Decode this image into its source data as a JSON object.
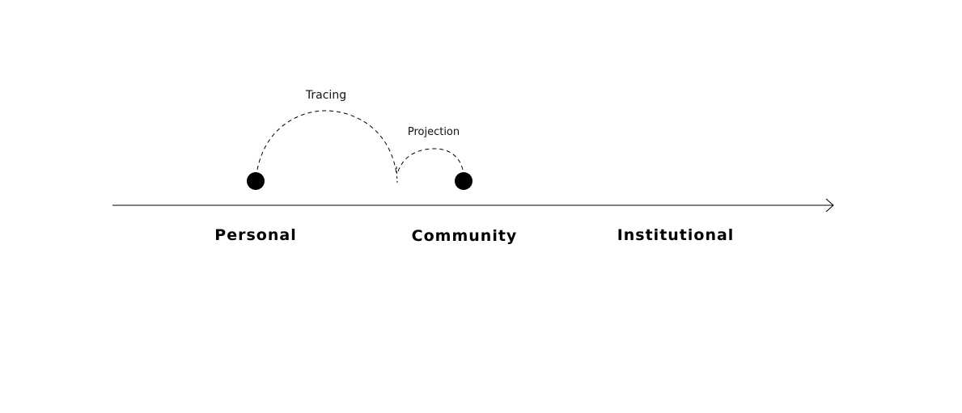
{
  "diagram": {
    "arcs": [
      {
        "label": "Tracing"
      },
      {
        "label": "Projection"
      }
    ],
    "stages": [
      {
        "label": "Personal"
      },
      {
        "label": "Community"
      },
      {
        "label": "Institutional"
      }
    ],
    "colors": {
      "line": "#000000",
      "dot": "#000000",
      "background": "#ffffff"
    }
  }
}
